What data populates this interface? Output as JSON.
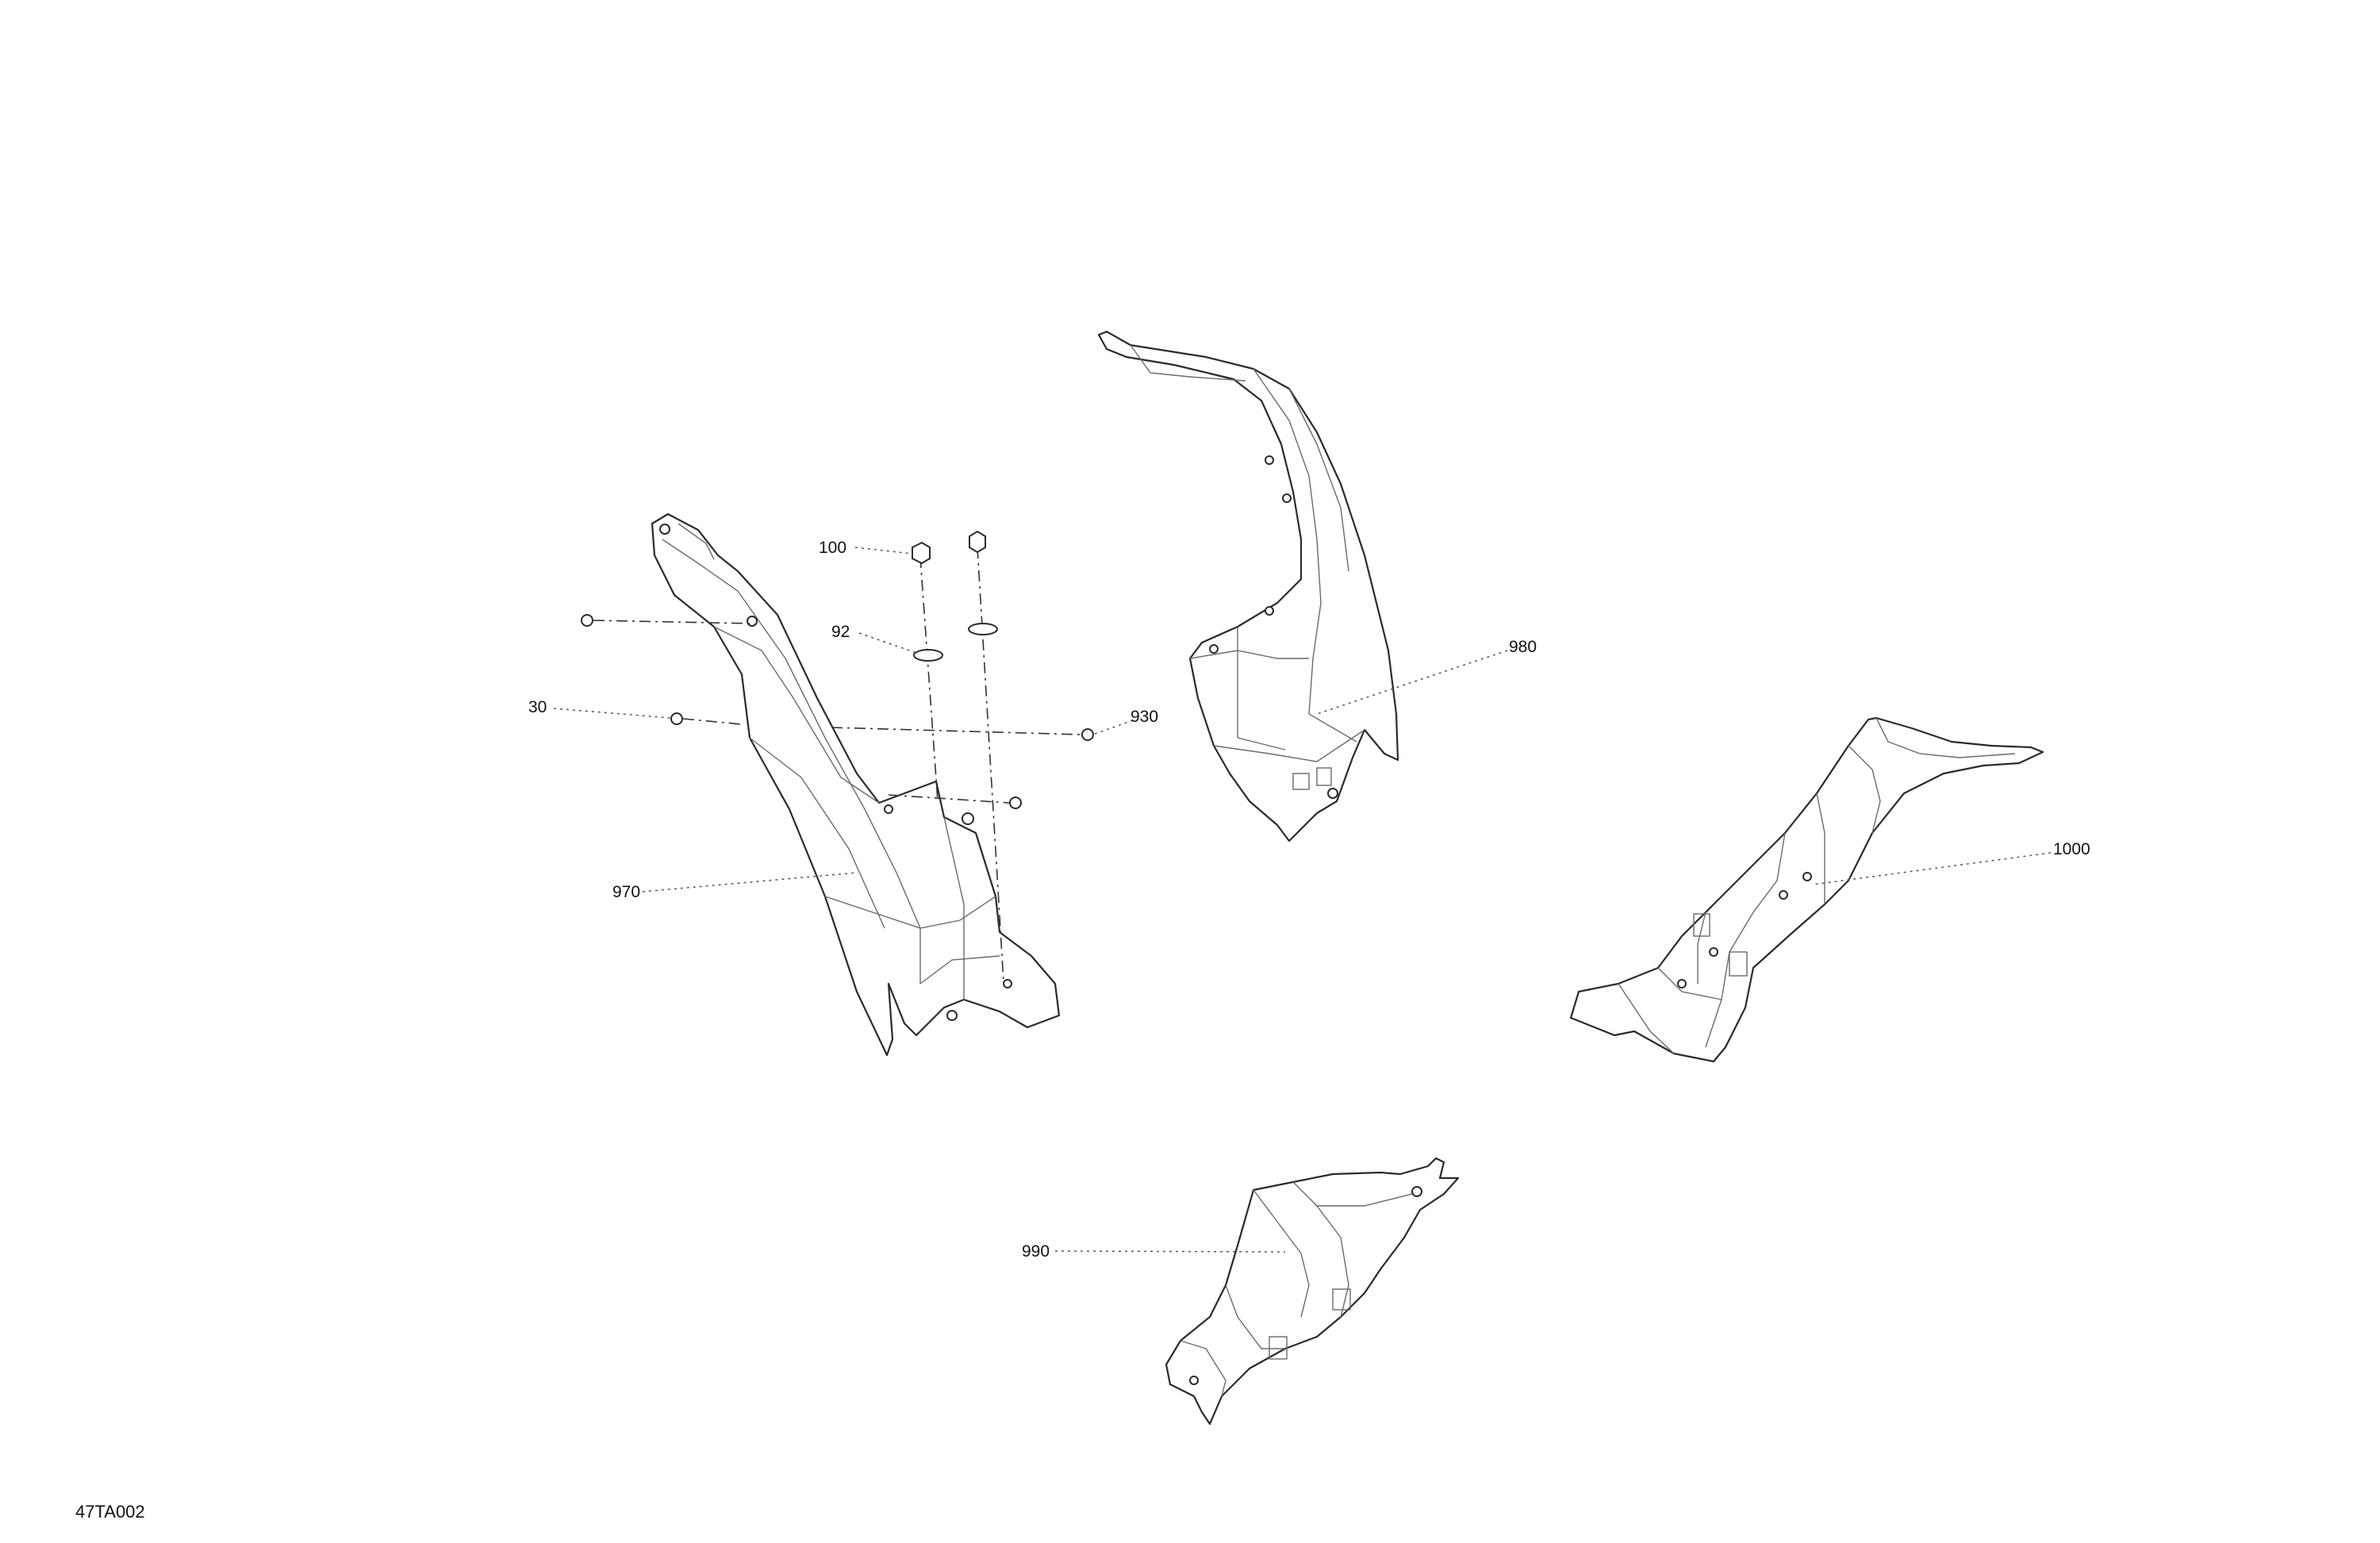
{
  "diagram": {
    "drawing_id": "47TA002",
    "callouts": {
      "c100": "100",
      "c92": "92",
      "c30": "30",
      "c930": "930",
      "c970": "970",
      "c980": "980",
      "c1000": "1000",
      "c990": "990"
    }
  }
}
